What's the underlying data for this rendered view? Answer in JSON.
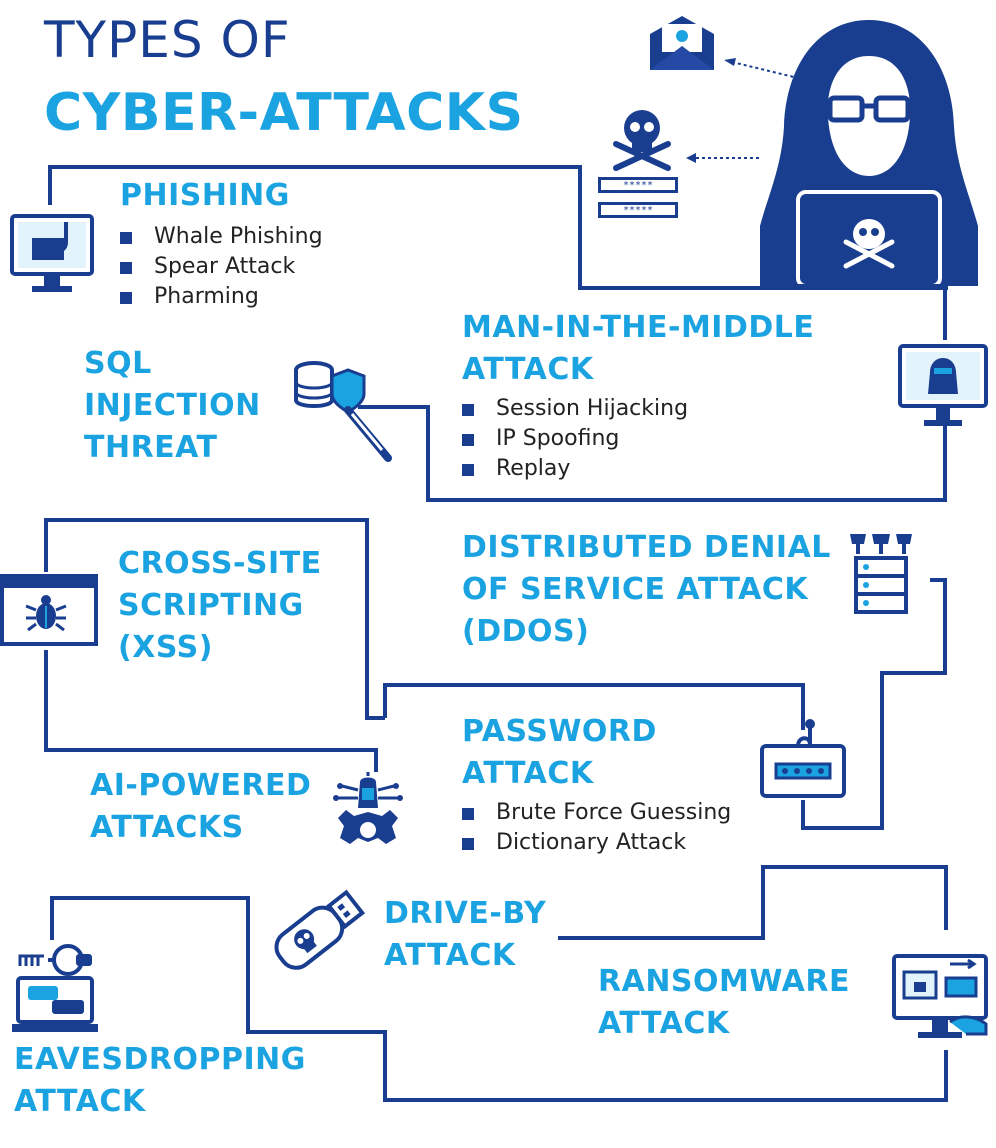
{
  "title": {
    "line1": "TYPES OF",
    "line2": "CYBER-ATTACKS"
  },
  "colors": {
    "navy": "#1a3e8f",
    "accent": "#1aa3e0",
    "text": "#222222"
  },
  "sections": {
    "phishing": {
      "heading": "PHISHING",
      "items": [
        "Whale Phishing",
        "Spear Attack",
        "Pharming"
      ],
      "icon": "monitor-phishing-icon"
    },
    "mitm": {
      "heading": [
        "MAN-IN-THE-MIDDLE",
        "ATTACK"
      ],
      "items": [
        "Session Hijacking",
        "IP Spoofing",
        "Replay"
      ],
      "icon": "monitor-hacker-icon"
    },
    "sql": {
      "heading": [
        "SQL",
        "INJECTION",
        "THREAT"
      ],
      "icon": "database-syringe-icon"
    },
    "xss": {
      "heading": [
        "CROSS-SITE",
        "SCRIPTING",
        "(XSS)"
      ],
      "icon": "browser-bug-icon"
    },
    "ddos": {
      "heading": [
        "DISTRIBUTED DENIAL",
        "OF SERVICE ATTACK",
        "(DDOS)"
      ],
      "icon": "server-rack-icon"
    },
    "password": {
      "heading": [
        "PASSWORD",
        "ATTACK"
      ],
      "items": [
        "Brute Force Guessing",
        "Dictionary Attack"
      ],
      "icon": "padlock-password-icon"
    },
    "ai": {
      "heading": [
        "AI-POWERED",
        "ATTACKS"
      ],
      "icon": "ai-chip-gear-icon"
    },
    "driveby": {
      "heading": [
        "DRIVE-BY",
        "ATTACK"
      ],
      "icon": "usb-skull-icon"
    },
    "ransomware": {
      "heading": [
        "RANSOMWARE",
        "ATTACK"
      ],
      "icon": "monitor-ransom-icon"
    },
    "eavesdropping": {
      "heading": [
        "EAVESDROPPING",
        "ATTACK"
      ],
      "icon": "laptop-chat-icon"
    }
  },
  "decor": {
    "hacker": "hooded-hacker-icon",
    "envelope": "envelope-icon",
    "skull": "skull-crossbones-icon",
    "password_fields": [
      "*****",
      "*****"
    ]
  }
}
